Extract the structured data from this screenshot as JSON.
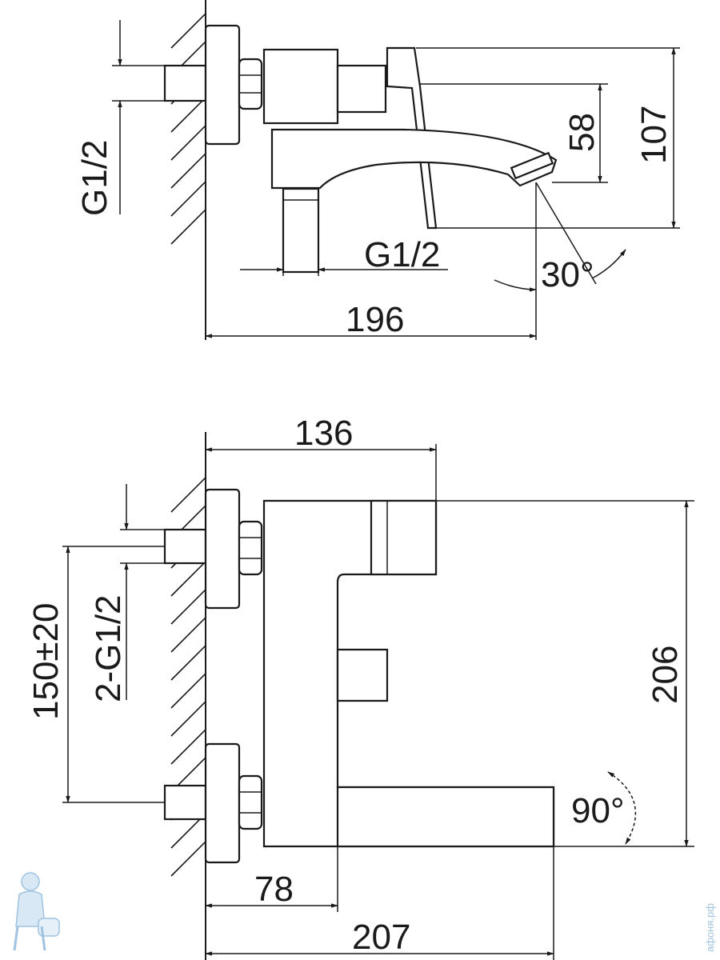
{
  "side_view": {
    "dim_g12_left": "G1/2",
    "dim_g12_bottom": "G1/2",
    "dim_58": "58",
    "dim_107": "107",
    "dim_angle_30": "30°",
    "dim_196": "196"
  },
  "top_view": {
    "dim_136": "136",
    "dim_150": "150±20",
    "dim_2g12": "2-G1/2",
    "dim_206": "206",
    "dim_angle_90": "90°",
    "dim_78": "78",
    "dim_207": "207"
  },
  "watermark": {
    "text": "афоня.рф",
    "logo_icon": "plumber-mascot-icon"
  }
}
